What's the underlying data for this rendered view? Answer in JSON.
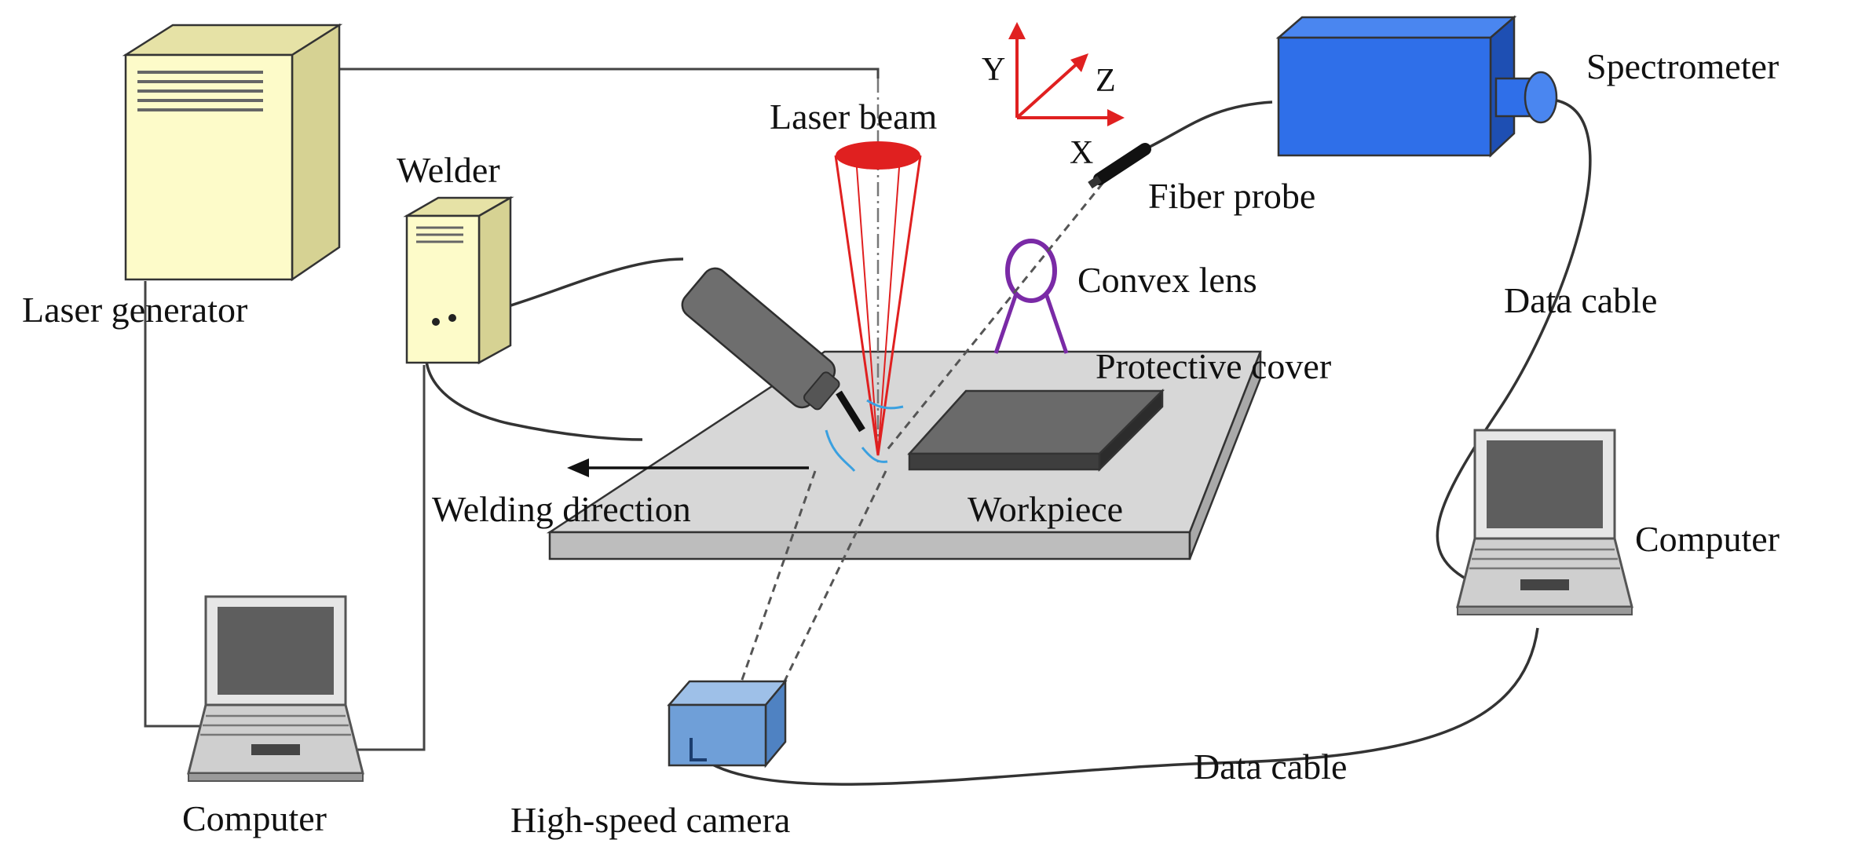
{
  "labels": {
    "laser_generator": "Laser generator",
    "welder": "Welder",
    "laser_beam": "Laser beam",
    "fiber_probe": "Fiber probe",
    "spectrometer": "Spectrometer",
    "convex_lens": "Convex lens",
    "protective_cover": "Protective cover",
    "data_cable_right": "Data cable",
    "data_cable_bottom": "Data cable",
    "welding_direction": "Welding direction",
    "workpiece": "Workpiece",
    "computer_left": "Computer",
    "computer_right": "Computer",
    "high_speed_camera": "High-speed camera"
  },
  "axes": {
    "x": "X",
    "y": "Y",
    "z": "Z"
  },
  "colors": {
    "tower": "#fdfbc9",
    "tower_side": "#e6e2a6",
    "spectrometer": "#2f6fe9",
    "spectrometer_dark": "#1e4fb3",
    "camera": "#6f9fd8",
    "beam": "#e02020",
    "axis": "#e02020",
    "lens": "#7a2aa6",
    "workpiece": "#d7d7d7",
    "cover": "#5a5a5a",
    "arrows": "#3aa0e0"
  }
}
